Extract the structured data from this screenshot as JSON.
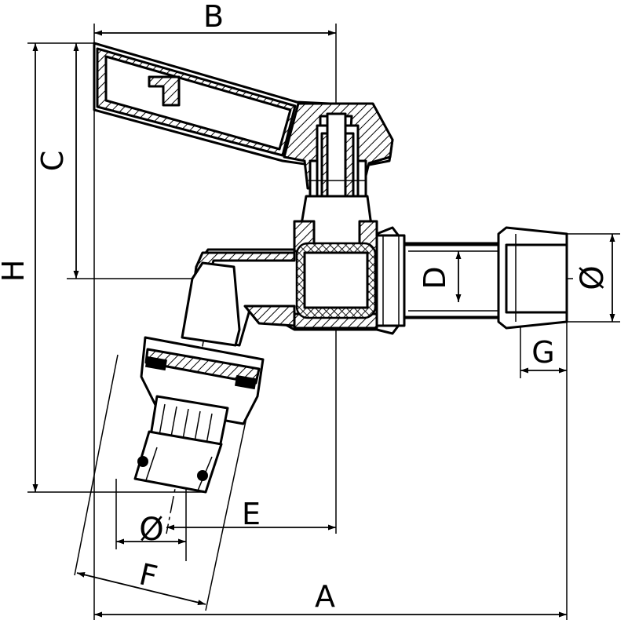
{
  "diagram": {
    "labels": {
      "A": "A",
      "B": "B",
      "C": "C",
      "D": "D",
      "E": "E",
      "F": "F",
      "G": "G",
      "H": "H",
      "diameter_outlet": "Ø",
      "diameter_inlet": "Ø"
    },
    "colors": {
      "line": "#000000",
      "background": "#ffffff"
    }
  }
}
